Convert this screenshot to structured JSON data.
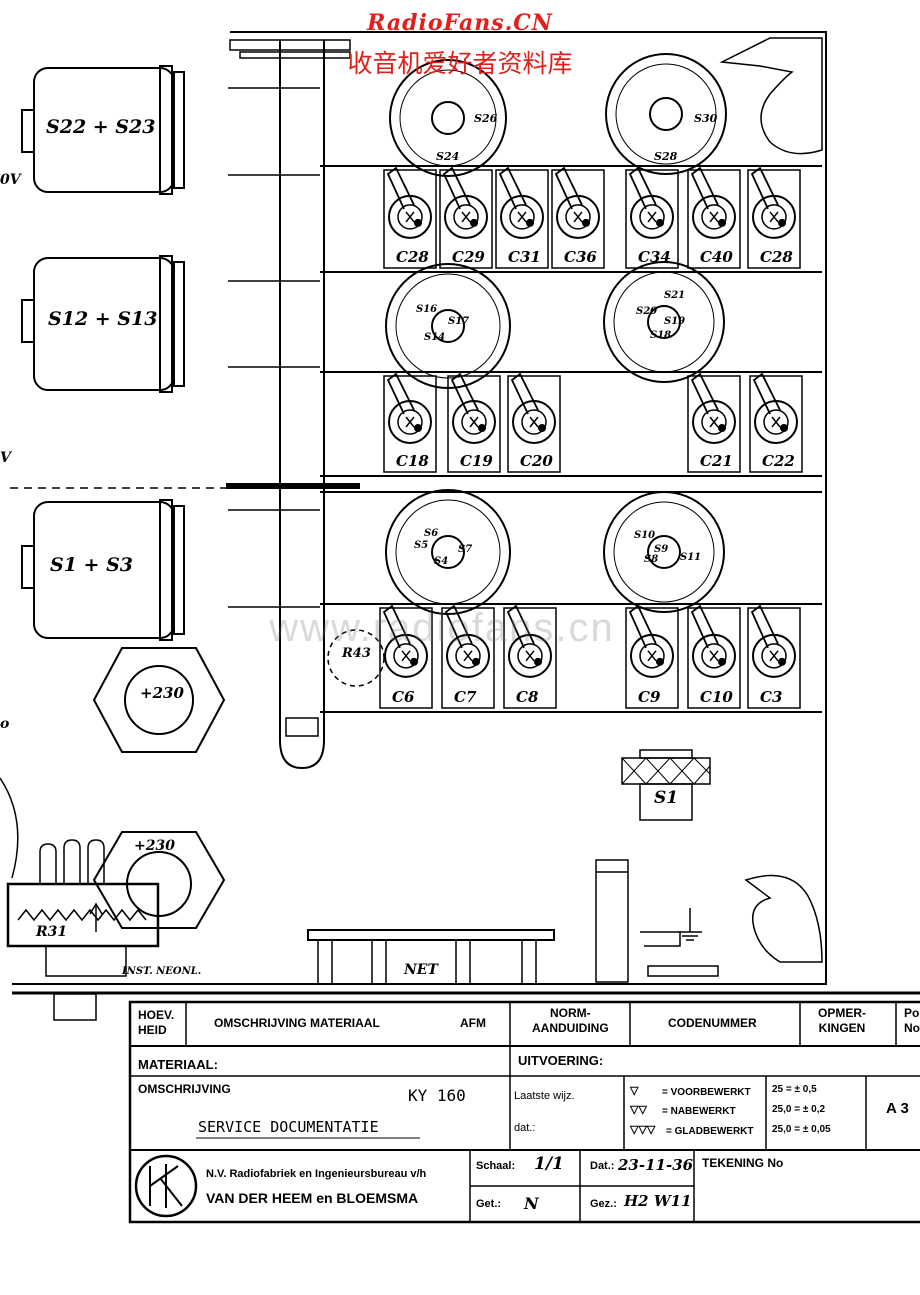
{
  "watermark": {
    "site": "RadioFans.CN",
    "chinese": "收音机爱好者资料库",
    "center": "www.radiofans.cn"
  },
  "schematic": {
    "transformers": [
      {
        "label": "S22 + S23"
      },
      {
        "label": "S12 + S13"
      },
      {
        "label": "S1 + S3"
      }
    ],
    "edge_marks": [
      "0V",
      "V",
      "o"
    ],
    "switch_labels": {
      "row1": [
        "S24",
        "S26",
        "S28",
        "S30"
      ],
      "row2": [
        "S14",
        "S16",
        "S17",
        "S18",
        "S19",
        "S20",
        "S21"
      ],
      "row3": [
        "S4",
        "S5",
        "S6",
        "S7",
        "S8",
        "S9",
        "S10",
        "S11"
      ]
    },
    "trimmers": {
      "row1": [
        "C28",
        "C29",
        "C31",
        "C36",
        "C34",
        "C40",
        "C28"
      ],
      "row2": [
        "C18",
        "C19",
        "C20",
        "C21",
        "C22"
      ],
      "row3": [
        "C6",
        "C7",
        "C8",
        "C9",
        "C10",
        "C3"
      ]
    },
    "resistor": "R43",
    "coil": "S1",
    "hex_nuts": [
      "+230",
      "+230"
    ],
    "potentiometer": "R31",
    "neon_label": "INST. NEONL.",
    "net_label": "NET"
  },
  "title_block": {
    "headers": {
      "quantity": "HOEV.\nHEID",
      "description": "OMSCHRIJVING MATERIAAL",
      "afm": "AFM",
      "norm": "NORM-\nAANDUIDING",
      "code": "CODENUMMER",
      "remarks": "OPMER-\nKINGEN",
      "cut_off": "Po\nNo"
    },
    "material_label": "MATERIAAL:",
    "execution_label": "UITVOERING:",
    "description_label": "OMSCHRIJVING",
    "model": "KY 160",
    "doc_title": "SERVICE DOCUMENTATIE",
    "last_change_label": "Laatste wijz.",
    "date_label": "dat.:",
    "finish": [
      {
        "symbol": "▽",
        "text": "= VOORBEWERKT"
      },
      {
        "symbol": "▽▽",
        "text": "= NABEWERKT"
      },
      {
        "symbol": "▽▽▽",
        "text": "= GLADBEWERKT"
      }
    ],
    "tolerances": [
      "25 = ± 0,5",
      "25,0 = ± 0,2",
      "25,0 = ± 0,05"
    ],
    "sheet_size": "A 3",
    "company_line1": "N.V. Radiofabriek en Ingenieursbureau v/h",
    "company_line2": "VAN DER HEEM en BLOEMSMA",
    "scale_label": "Schaal:",
    "scale_value": "1/1",
    "drawn_date_label": "Dat.:",
    "drawn_date_value": "23-11-36",
    "checked_label": "Get.:",
    "checked_value": "N",
    "seen_label": "Gez.:",
    "seen_value": "H2 W11",
    "drawing_no_label": "TEKENING No"
  }
}
